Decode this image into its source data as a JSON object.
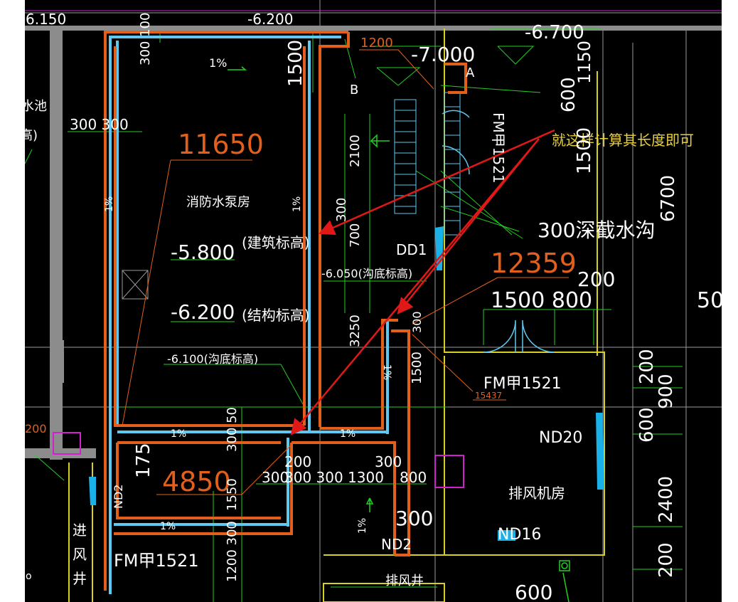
{
  "colors": {
    "background": "#000000",
    "margin": "#ffffff",
    "wall_orange": "#e2601c",
    "drain_blue": "#5ec8f0",
    "dim_green": "#22d022",
    "annotation_red": "#e01818",
    "text_white": "#ffffff",
    "text_orange": "#e2601c",
    "text_yellow": "#e8d040",
    "grid_gray": "#9a9a9a",
    "accent_magenta": "#d020d0",
    "yellow_line": "#d8d020"
  },
  "labels": {
    "elev_6150": "6.150",
    "elev_m6200_top": "-6.200",
    "elev_m6700": "-6.700",
    "elev_m7000": "-7.000",
    "dim_1200_orange": "1200",
    "dim_300_100": "300 100",
    "slope_1pct_top": "1%",
    "dim_1500_v": "1500",
    "pt_b": "B",
    "pt_a": "A",
    "dim_1150": "1150",
    "dim_600": "600",
    "pool_fragment": "水池",
    "pool_paren": "高)",
    "dim_300_300": "300 300",
    "len_11650": "11650",
    "dim_2100": "2100",
    "fm_jia_1521_v": "FM甲1521",
    "note_text": "就这样计算其长度即可",
    "dim_1500_right": "1500",
    "dim_6700": "6700",
    "room_pump": "消防水泵房",
    "slope_1pct_left": "1%",
    "slope_1pct_mid": "1%",
    "dim_300_v": "300",
    "ditch_300": "300深截水沟",
    "dim_700": "700",
    "elev_m5800": "-5.800",
    "arch_elev": "(建筑标高)",
    "dd1": "DD1",
    "len_12359": "12359",
    "ditch_bottom_m6050": "-6.050(沟底标高)",
    "dim_200": "200",
    "elev_m6200": "-6.200",
    "struct_elev": "(结构标高)",
    "dim_1500_800": "1500 800",
    "dim_50": "50",
    "dim_3250": "3250",
    "dim_300_small": "300",
    "ditch_bottom_m6100": "-6.100(沟底标高)",
    "slope_1pct_v": "1%",
    "dim_1500_v2": "1500",
    "len_15437": "15437",
    "fm_jia_1521_right": "FM甲1521",
    "dim_200_v": "200",
    "dim_900_v": "900",
    "dim_600_v": "600",
    "nd20": "ND20",
    "dim_200_left": "200",
    "slope_1pct_bot_a": "1%",
    "slope_1pct_bot_b": "1%",
    "dim_175": "175",
    "dim_300_50": "300 50",
    "nd_left": "ND2",
    "len_4850": "4850",
    "dim_200_b": "200",
    "dim_300_b": "300",
    "dim_300_300_1300": "300 300 1300",
    "dim_300_c": "300",
    "dim_800": "800",
    "dim_1550": "1550",
    "room_fan": "排风机房",
    "dim_2400": "2400",
    "slope_1pct_bot_c": "1%",
    "dim_300_big": "300",
    "nd16": "ND16",
    "nd2": "ND2",
    "inlet_jin": "进",
    "inlet_feng": "风",
    "inlet_jing": "井",
    "fm_jia_1521_bottom": "FM甲1521",
    "dim_1200_300": "1200 300",
    "exhaust_shaft": "排风井",
    "dim_600_bottom": "600",
    "dim_200_bottom": "200",
    "char_o": "o"
  }
}
